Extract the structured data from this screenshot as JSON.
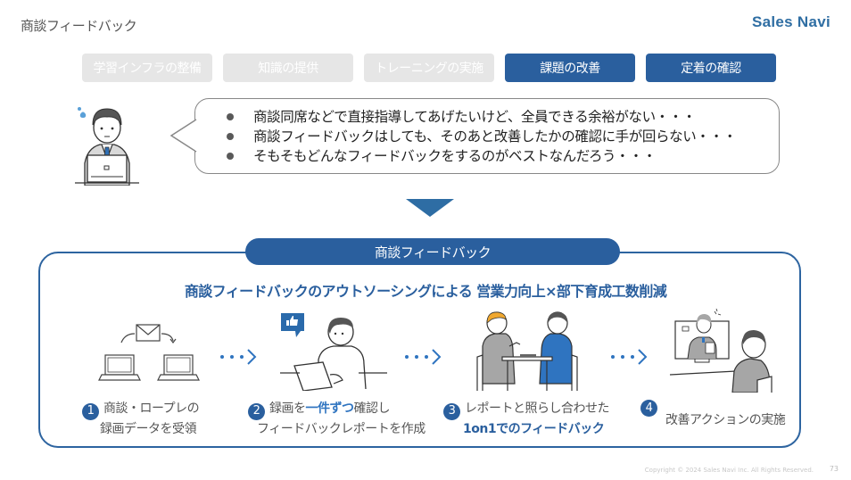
{
  "header": {
    "title": "商談フィードバック",
    "logo": "Sales Navi"
  },
  "step_tabs": [
    {
      "label": "学習インフラの整備",
      "state": "inactive"
    },
    {
      "label": "知識の提供",
      "state": "inactive"
    },
    {
      "label": "トレーニングの実施",
      "state": "inactive"
    },
    {
      "label": "課題の改善",
      "state": "active"
    },
    {
      "label": "定着の確認",
      "state": "active"
    }
  ],
  "concerns": {
    "items": [
      "商談同席などで直接指導してあげたいけど、全員できる余裕がない・・・",
      "商談フィードバックはしても、そのあと改善したかの確認に手が回らない・・・",
      "そもそもどんなフィードバックをするのがベストなんだろう・・・"
    ]
  },
  "solution": {
    "pill_label": "商談フィードバック",
    "headline": "商談フィードバックのアウトソーシングによる 営業力向上×部下育成工数削減",
    "steps": [
      {
        "num": "1",
        "line1": "商談・ロープレの",
        "line2": "録画データを受領"
      },
      {
        "num": "2",
        "line1_pre": "録画を",
        "line1_hl": "一件ずつ",
        "line1_post": "確認し",
        "line2": "フィードバックレポートを作成"
      },
      {
        "num": "3",
        "line1": "レポートと照らし合わせた",
        "line2_hl": "1on1でのフィードバック"
      },
      {
        "num": "4",
        "line1": "改善アクションの実施"
      }
    ]
  },
  "footer": {
    "copyright": "Copyright © 2024 Sales Navi Inc. All Rights Reserved.",
    "page": "73"
  },
  "colors": {
    "brand": "#2a5f9e",
    "accent": "#2f74c0",
    "inactive_tab": "#e6e6e6"
  }
}
